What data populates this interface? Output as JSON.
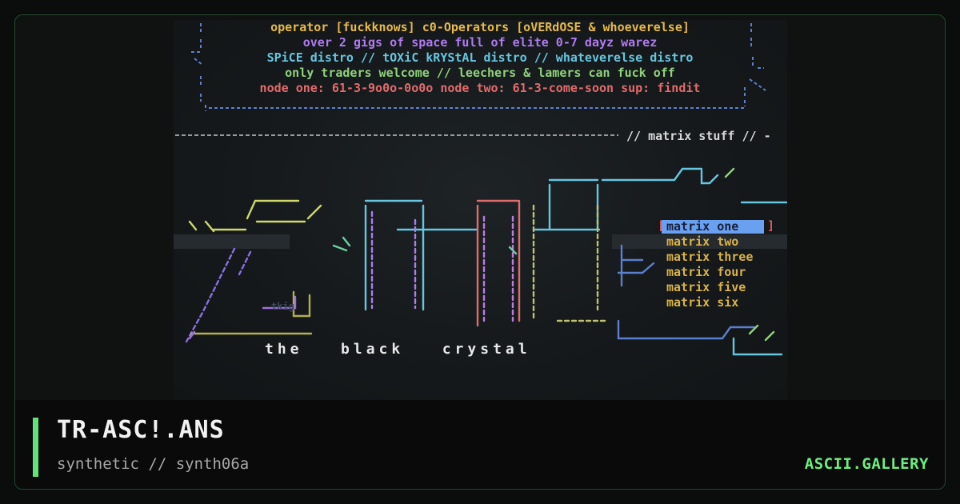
{
  "art": {
    "header_lines": [
      {
        "text": "operator [fuckknows]   c0-Operators [oVERdOSE & whoeverelse]",
        "color": "#e6b94a"
      },
      {
        "text": "over 2 gigs of space full of elite 0-7 dayz warez",
        "color": "#b07af0"
      },
      {
        "text": "SPiCE distro // tOXiC kRYStAL distro // whateverelse distro",
        "color": "#66c6e0"
      },
      {
        "text": "only traders welcome // leechers & lamers can fuck off",
        "color": "#8fd27a"
      },
      {
        "text": "node one: 61-3-9o0o-0o0o   node two: 61-3-come-soon   sup: findit",
        "color": "#e06b6b"
      }
    ],
    "section_label": "// matrix stuff // -",
    "menu": [
      {
        "text": "matrix one",
        "selected": true
      },
      {
        "text": "matrix two",
        "selected": false
      },
      {
        "text": "matrix three",
        "selected": false
      },
      {
        "text": "matrix four",
        "selected": false
      },
      {
        "text": "matrix five",
        "selected": false
      },
      {
        "text": "matrix six",
        "selected": false
      }
    ],
    "menu_bracket_left": "[",
    "menu_bracket_right": "]",
    "tagline": "the   black   crystal",
    "tag": "tkig",
    "colors": {
      "menu_text": "#d9b24a",
      "menu_selected_bg": "#6aa0f0",
      "menu_selected_text": "#1a1f3a",
      "bracket": "#e05a5a",
      "tagline": "#e8e8e8",
      "label": "#d8d8d8"
    }
  },
  "footer": {
    "title": "TR-ASC!.ANS",
    "subtitle": "synthetic // synth06a",
    "brand": "ASCII.GALLERY",
    "accent_color": "#5fe37a"
  }
}
